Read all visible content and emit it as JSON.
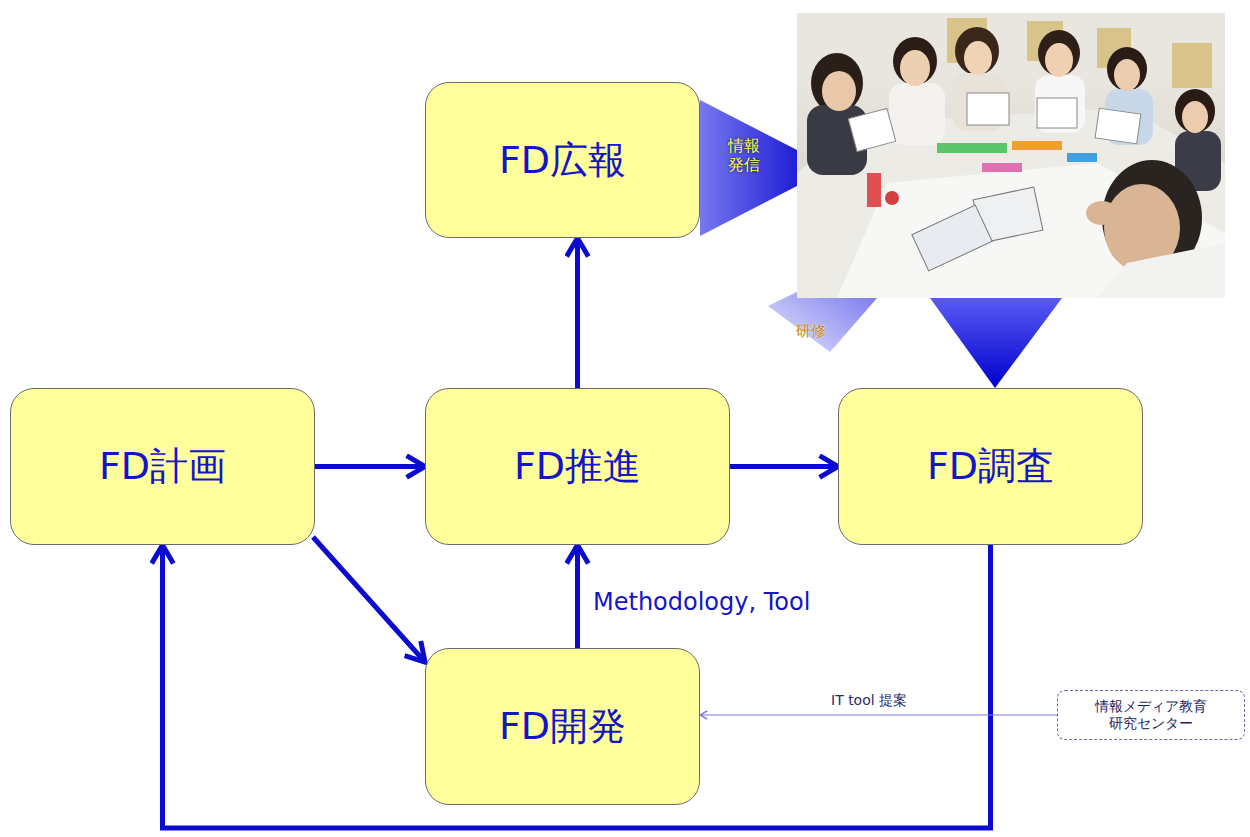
{
  "diagram": {
    "nodes": [
      {
        "text": [
          "FD広報"
        ]
      },
      {
        "text": [
          "FD計画"
        ]
      },
      {
        "text": [
          "FD推進"
        ]
      },
      {
        "text": [
          "FD調査"
        ]
      },
      {
        "text": [
          "FD開発"
        ]
      },
      {
        "text": [
          "情報メディア教育 研究センター"
        ]
      }
    ],
    "edges": [
      {
        "from": 1,
        "to": 2,
        "arrow": "to"
      },
      {
        "from": 2,
        "to": 3,
        "arrow": "to"
      },
      {
        "from": 2,
        "to": 0,
        "arrow": "to"
      },
      {
        "from": 1,
        "to": 4,
        "arrow": "to"
      },
      {
        "from": 4,
        "to": 2,
        "label": "Methodology, Tool",
        "arrow": "to"
      },
      {
        "from": 3,
        "to": 1,
        "arrow": "to"
      },
      {
        "from": 5,
        "to": 4,
        "label": "IT tool 提案",
        "arrow": "to"
      }
    ],
    "labels": [
      "情報発信",
      "研修"
    ]
  }
}
